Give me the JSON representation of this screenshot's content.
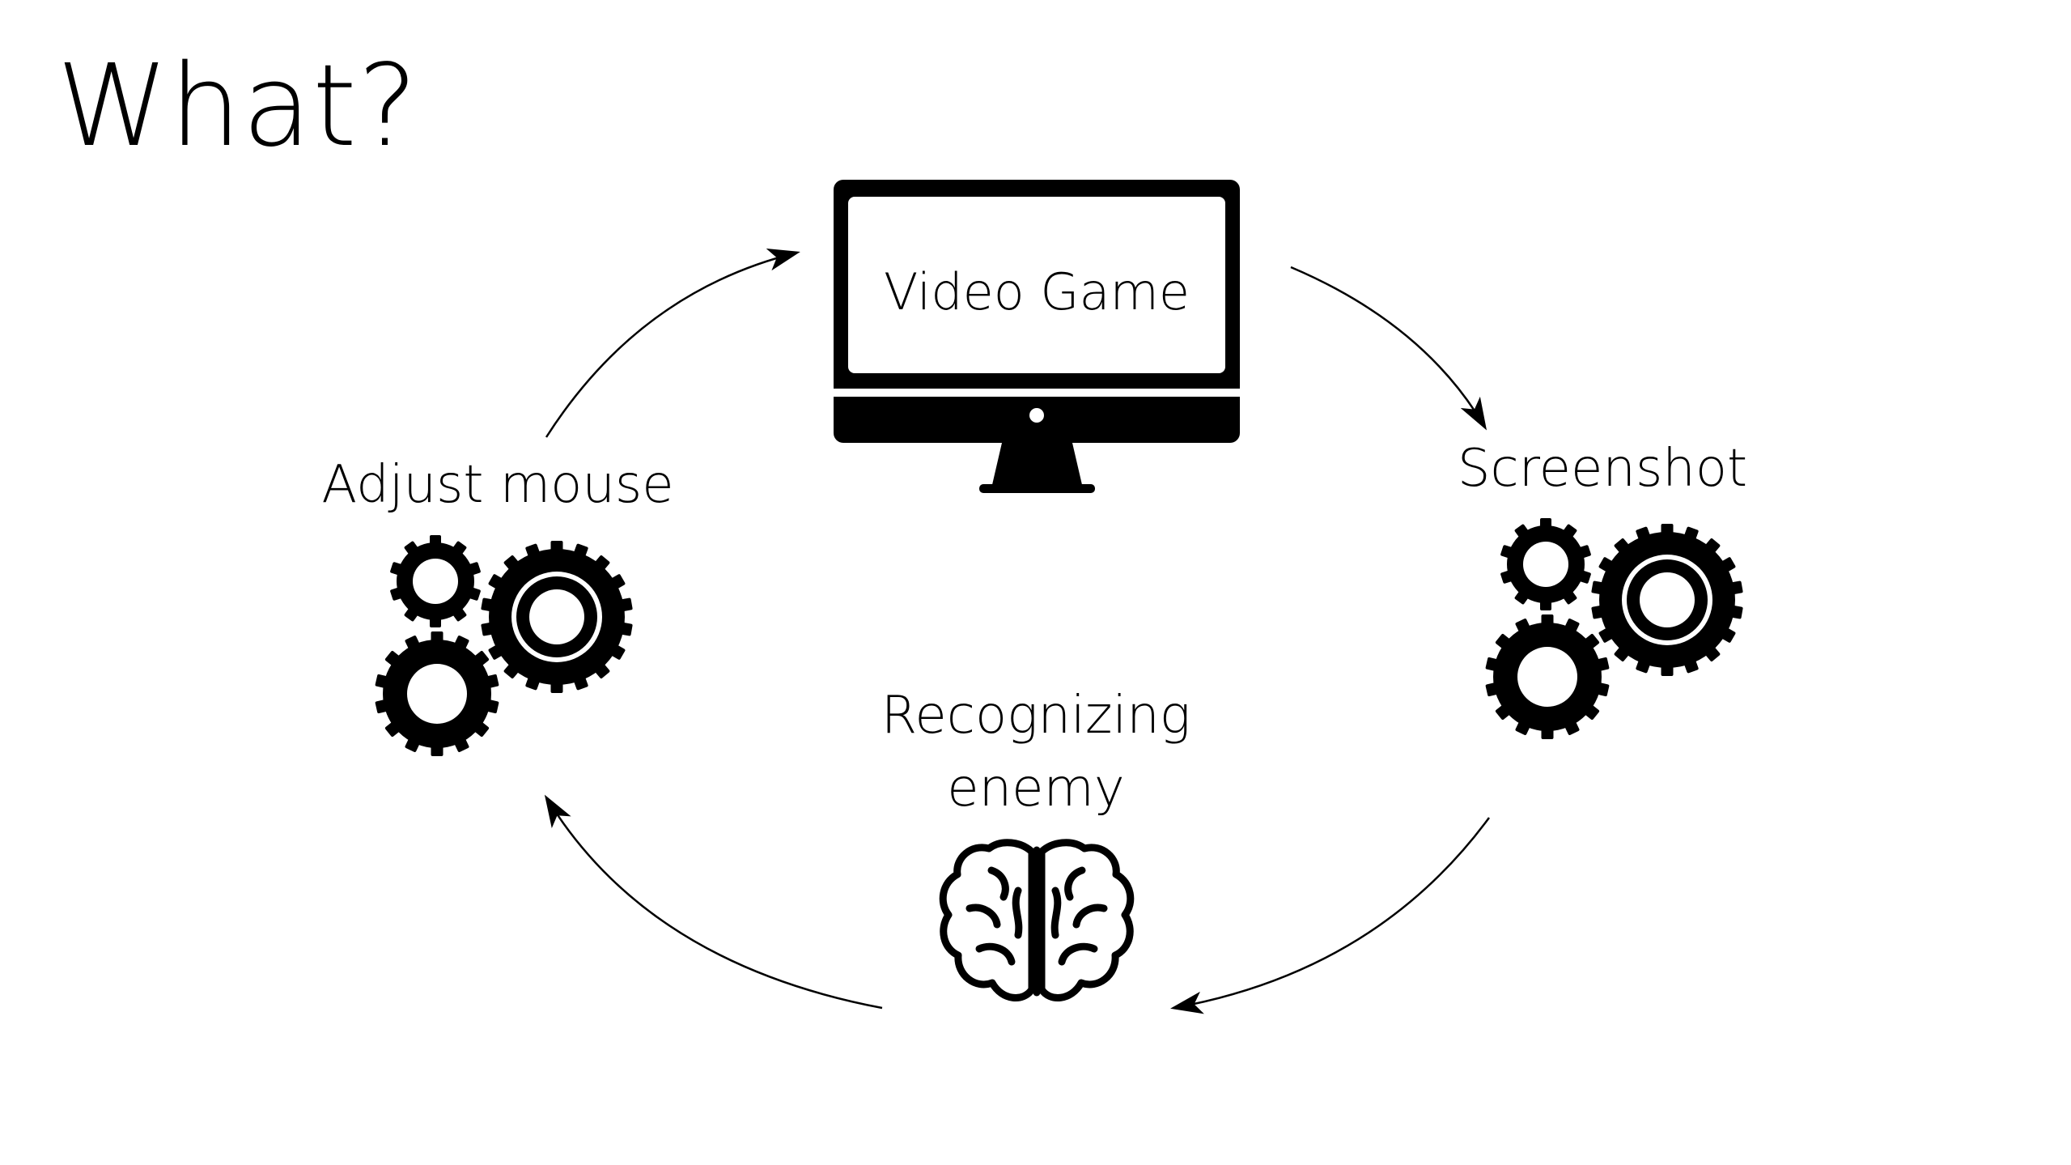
{
  "slide": {
    "title": "What?"
  },
  "cycle": {
    "nodes": {
      "video_game": {
        "label": "Video Game",
        "icon": "monitor-icon"
      },
      "screenshot": {
        "label": "Screenshot",
        "icon": "gears-icon"
      },
      "recognizing": {
        "label_line1": "Recognizing",
        "label_line2": "enemy",
        "icon": "brain-icon"
      },
      "adjust_mouse": {
        "label": "Adjust mouse",
        "icon": "gears-icon"
      }
    },
    "flow": [
      "video_game",
      "screenshot",
      "recognizing",
      "adjust_mouse"
    ]
  },
  "colors": {
    "foreground": "#000000",
    "background": "#ffffff"
  }
}
